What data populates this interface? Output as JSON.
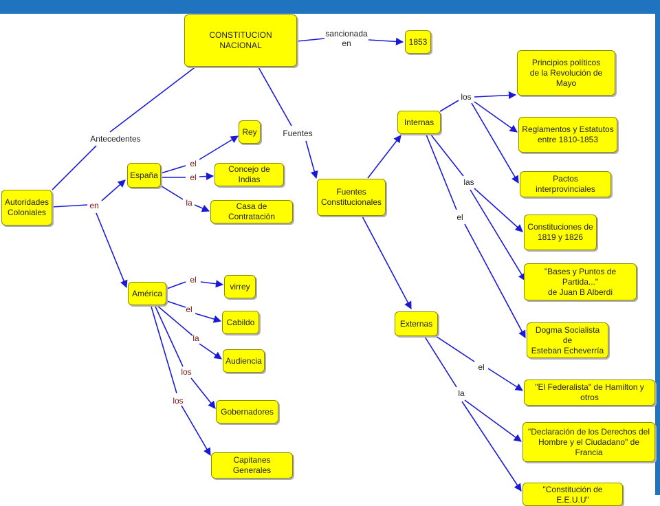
{
  "colors": {
    "header_bar": "#1f73bf",
    "node_fill": "#ffff00",
    "link_line": "#1a1ad6",
    "link_label": "#7a1010"
  },
  "nodes": {
    "constitucion": "CONSTITUCION NACIONAL",
    "year_1853": "1853",
    "autoridades": "Autoridades\nColoniales",
    "espana": "España",
    "america": "América",
    "rey": "Rey",
    "concejo": "Concejo de Indias",
    "casa": "Casa de Contratación",
    "virrey": "virrey",
    "cabildo": "Cabildo",
    "audiencia": "Audiencia",
    "gobernadores": "Gobernadores",
    "capitanes": "Capitanes Generales",
    "fuentes_const": "Fuentes\nConstitucionales",
    "internas": "Internas",
    "externas": "Externas",
    "principios": "Principios políticos\nde la Revolución de Mayo",
    "reglamentos": "Reglamentos y Estatutos\nentre 1810-1853",
    "pactos": "Pactos interprovinciales",
    "constituciones": "Constituciones de\n1819 y 1826",
    "bases": "\"Bases y Puntos de Partida...\"\nde Juan B Alberdi",
    "dogma": "Dogma Socialista de\nEsteban Echeverría",
    "federalista": "\"El Federalista\" de Hamilton y otros",
    "declaracion": "\"Declaración de los Derechos del\nHombre y el Ciudadano\" de Francia",
    "constitucion_eeuu": "\"Constitución de E.E.U.U\""
  },
  "links": {
    "sancionada": "sancionada\nen",
    "antecedentes": "Antecedentes",
    "fuentes": "Fuentes",
    "en": "en",
    "el_rey": "el",
    "el_concejo": "el",
    "la_casa": "la",
    "el_virrey": "el",
    "el_cabildo": "el",
    "la_audiencia": "la",
    "los_gobernadores": "los",
    "los_capitanes": "los",
    "los_internas": "los",
    "las_internas": "las",
    "el_internas": "el",
    "el_externas": "el",
    "la_externas": "la"
  }
}
